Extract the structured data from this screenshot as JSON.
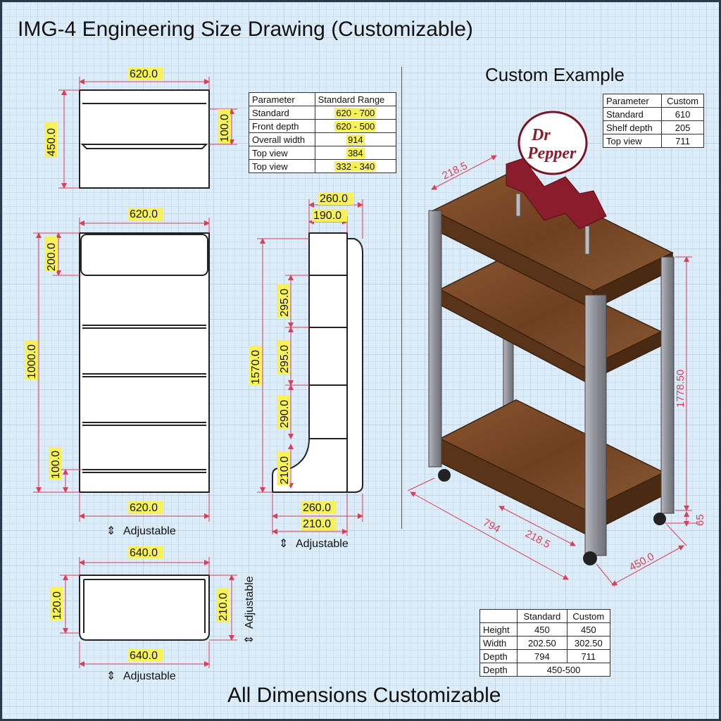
{
  "title": "IMG-4 Engineering Size Drawing (Customizable)",
  "subtitle": "Custom Example",
  "footer": "All Dimensions Customizable",
  "colors": {
    "background": "#dcecf8",
    "dimension_red": "#d8405a",
    "highlight": "#f7f25a",
    "wood": "#7a4a26",
    "metal": "#9a9aa0"
  },
  "adjustable_label": "Adjustable",
  "adjustable_icon": "up-down-arrow-icon",
  "dims": {
    "top_width": "620.0",
    "top_height": "450.0",
    "top_inner": "100.0",
    "front_top_width": "620.0",
    "front_header": "200.0",
    "front_height": "1000.0",
    "front_base": "100.0",
    "front_bottom_width": "620.0",
    "side_top_outer": "260.0",
    "side_top_inner": "190.0",
    "side_height": "1570.0",
    "side_s1": "295.0",
    "side_s2": "295.0",
    "side_s3": "290.0",
    "side_s4": "210.0",
    "side_bottom_outer": "260.0",
    "side_bottom_inner": "210.0",
    "base_top_width": "640.0",
    "base_left": "120.0",
    "base_right": "210.0",
    "base_bottom_width": "640.0",
    "iso_top_depth": "218.5",
    "iso_height": "1778.50",
    "iso_caster": "65",
    "iso_length": "794",
    "iso_depth": "218.5",
    "iso_width": "450.0"
  },
  "param_table": {
    "headers": [
      "Parameter",
      "Standard Range"
    ],
    "rows": [
      [
        "Standard",
        "620 - 700"
      ],
      [
        "Front depth",
        "620 - 500"
      ],
      [
        "Overall width",
        "914"
      ],
      [
        "Top view",
        "384"
      ],
      [
        "Top view",
        "332 - 340"
      ]
    ]
  },
  "custom_table": {
    "headers": [
      "Parameter",
      "Custom"
    ],
    "rows": [
      [
        "Standard",
        "610"
      ],
      [
        "Shelf depth",
        "205"
      ],
      [
        "Top view",
        "711"
      ]
    ]
  },
  "compare_table": {
    "headers": [
      "",
      "Standard",
      "Custom"
    ],
    "rows": [
      [
        "Height",
        "450",
        "450"
      ],
      [
        "Width",
        "202.50",
        "302.50"
      ],
      [
        "Depth",
        "794",
        "711"
      ]
    ],
    "last_row": [
      "Depth",
      "450-500"
    ]
  },
  "sign_text": [
    "Dr",
    "Pepper"
  ]
}
